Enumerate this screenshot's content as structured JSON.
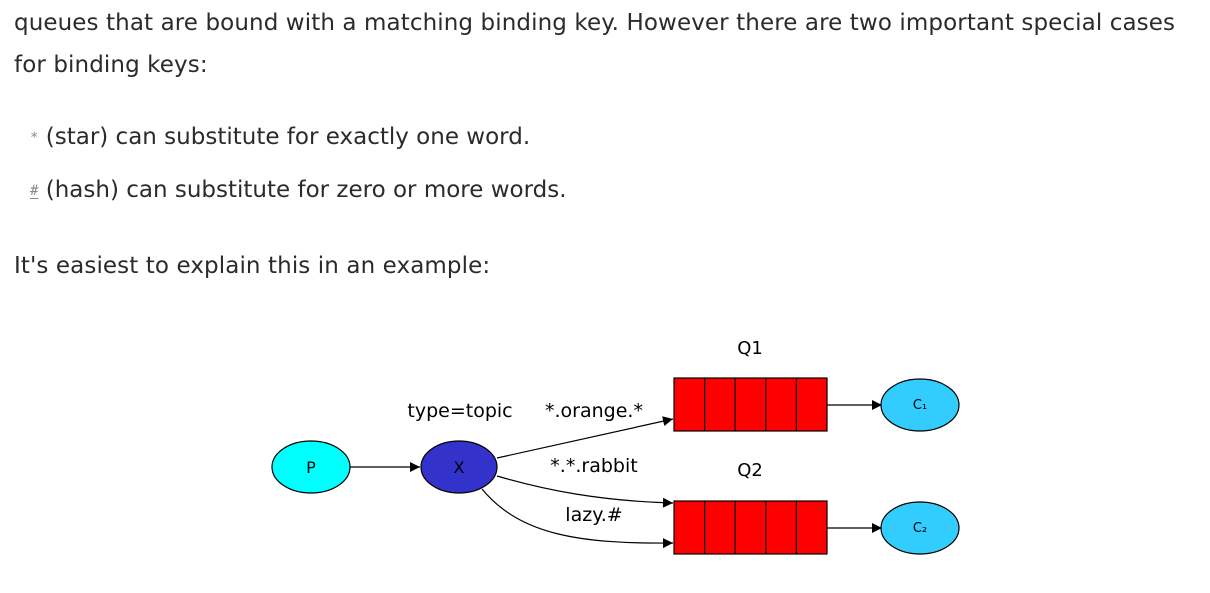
{
  "intro": "queues that are bound with a matching binding key. However there are two important special cases for binding keys:",
  "cases": [
    {
      "symbol": "*",
      "text": "(star) can substitute for exactly one word."
    },
    {
      "symbol": "#",
      "text": "(hash) can substitute for zero or more words."
    }
  ],
  "example_intro": "It's easiest to explain this in an example:",
  "diagram": {
    "producer": "P",
    "exchange": "X",
    "exchange_type": "type=topic",
    "queue1": "Q1",
    "queue2": "Q2",
    "consumer1": "C₁",
    "consumer2": "C₂",
    "binding_orange": "*.orange.*",
    "binding_rabbit": "*.*.rabbit",
    "binding_lazy": "lazy.#",
    "colors": {
      "producer": "#00ffff",
      "exchange": "#3333cc",
      "queue": "#ff0000",
      "consumer": "#33ccff"
    }
  }
}
